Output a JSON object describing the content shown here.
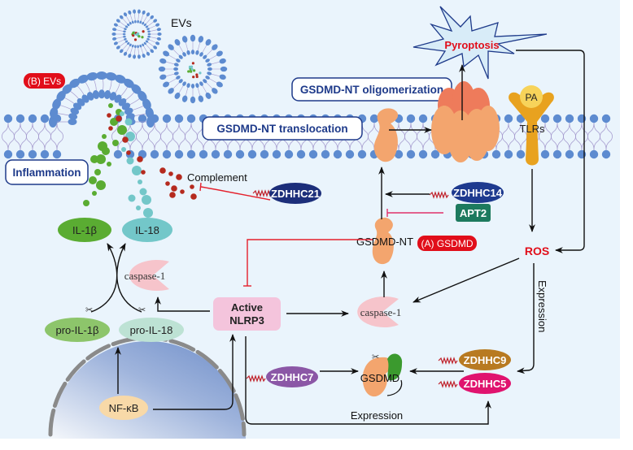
{
  "colors": {
    "background": "#eaf4fc",
    "lipid_head": "#5d8bd0",
    "lipid_tail": "#a79ed0",
    "box_border": "#1e3a8a",
    "box_text": "#1e3a8a",
    "red_label": "#e10e1a",
    "gsdmd_orange": "#f3a56e",
    "pore_top": "#ee7b5b",
    "tlr_gold": "#e8a21f",
    "pa_yellow": "#f7d35a",
    "il1b_green": "#5aac32",
    "il18_teal": "#73c7c9",
    "complement_red": "#b52a1e",
    "caspase_pink": "#f6c4cb",
    "nlrp3_pink": "#f4c4dc",
    "pro_il1b": "#8dc56b",
    "pro_il18": "#bde2d4",
    "nfkb": "#f8d9a8",
    "zdhhc21": "#1c2e7a",
    "zdhhc14": "#1e3a8f",
    "apt2": "#1d7a5e",
    "zdhhc7": "#8b57a6",
    "zdhhc9": "#b87a21",
    "zdhhc5": "#e0136e",
    "gsdmd_green": "#3b9a2e",
    "inhibit_red": "#e4202c",
    "inhibit_pink": "#e0306a"
  },
  "labels": {
    "evs": "EVs",
    "b_evs": "(B) EVs",
    "a_gsdmd": "(A) GSDMD",
    "pyroptosis": "Pyroptosis",
    "oligomerization": "GSDMD-NT oligomerization",
    "translocation": "GSDMD-NT translocation",
    "inflammation": "Inflammation",
    "pa": "PA",
    "tlrs": "TLRs",
    "complement": "Complement",
    "zdhhc21": "ZDHHC21",
    "zdhhc14": "ZDHHC14",
    "apt2": "APT2",
    "gsdmd_nt": "GSDMD-NT",
    "ros": "ROS",
    "il1b": "IL-1β",
    "il18": "IL-18",
    "caspase_left": "caspase-1",
    "caspase_center": "caspase-1",
    "nlrp3_line1": "Active",
    "nlrp3_line2": "NLRP3",
    "pro_il1b": "pro-IL-1β",
    "pro_il18": "pro-IL-18",
    "nfkb": "NF-κB",
    "zdhhc7": "ZDHHC7",
    "gsdmd": "GSDMD",
    "zdhhc9": "ZDHHC9",
    "zdhhc5": "ZDHHC5",
    "expression_vertical": "Expression",
    "expression_bottom": "Expression"
  }
}
